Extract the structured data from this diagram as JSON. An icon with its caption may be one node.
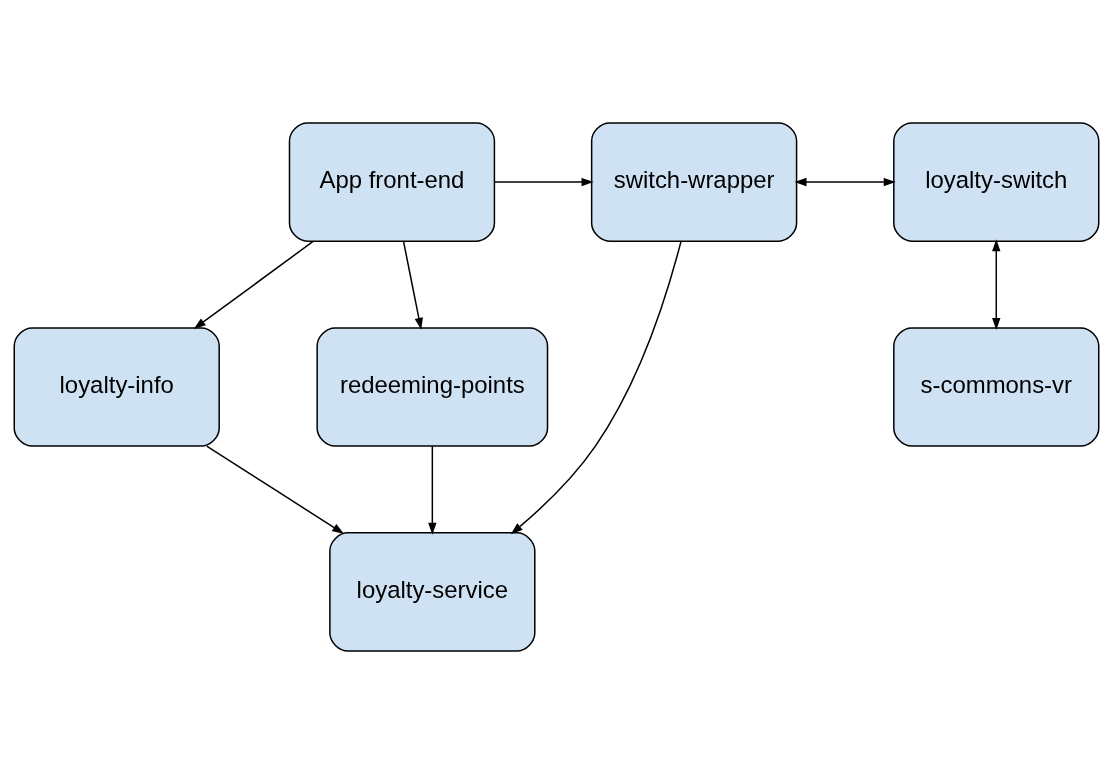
{
  "diagram": {
    "nodes": [
      {
        "text": [
          "App front-end"
        ]
      },
      {
        "text": [
          "switch-wrapper"
        ]
      },
      {
        "text": [
          "loyalty-switch"
        ]
      },
      {
        "text": [
          "loyalty-service"
        ]
      },
      {
        "text": [
          "s-commons-vr"
        ]
      },
      {
        "text": [
          "loyalty-info"
        ]
      },
      {
        "text": [
          "redeeming-points"
        ]
      }
    ],
    "edges": [
      {
        "from": 0,
        "to": 1,
        "arrow": "to"
      },
      {
        "from": 1,
        "to": 2,
        "arrow": "both"
      },
      {
        "from": 2,
        "to": 4,
        "arrow": "both"
      },
      {
        "from": 1,
        "to": 3,
        "arrow": "to"
      },
      {
        "from": 5,
        "to": 3,
        "arrow": "to"
      },
      {
        "from": 6,
        "to": 3,
        "arrow": "to"
      },
      {
        "from": 0,
        "to": 5,
        "arrow": "to"
      },
      {
        "from": 0,
        "to": 6,
        "arrow": "to"
      }
    ]
  }
}
